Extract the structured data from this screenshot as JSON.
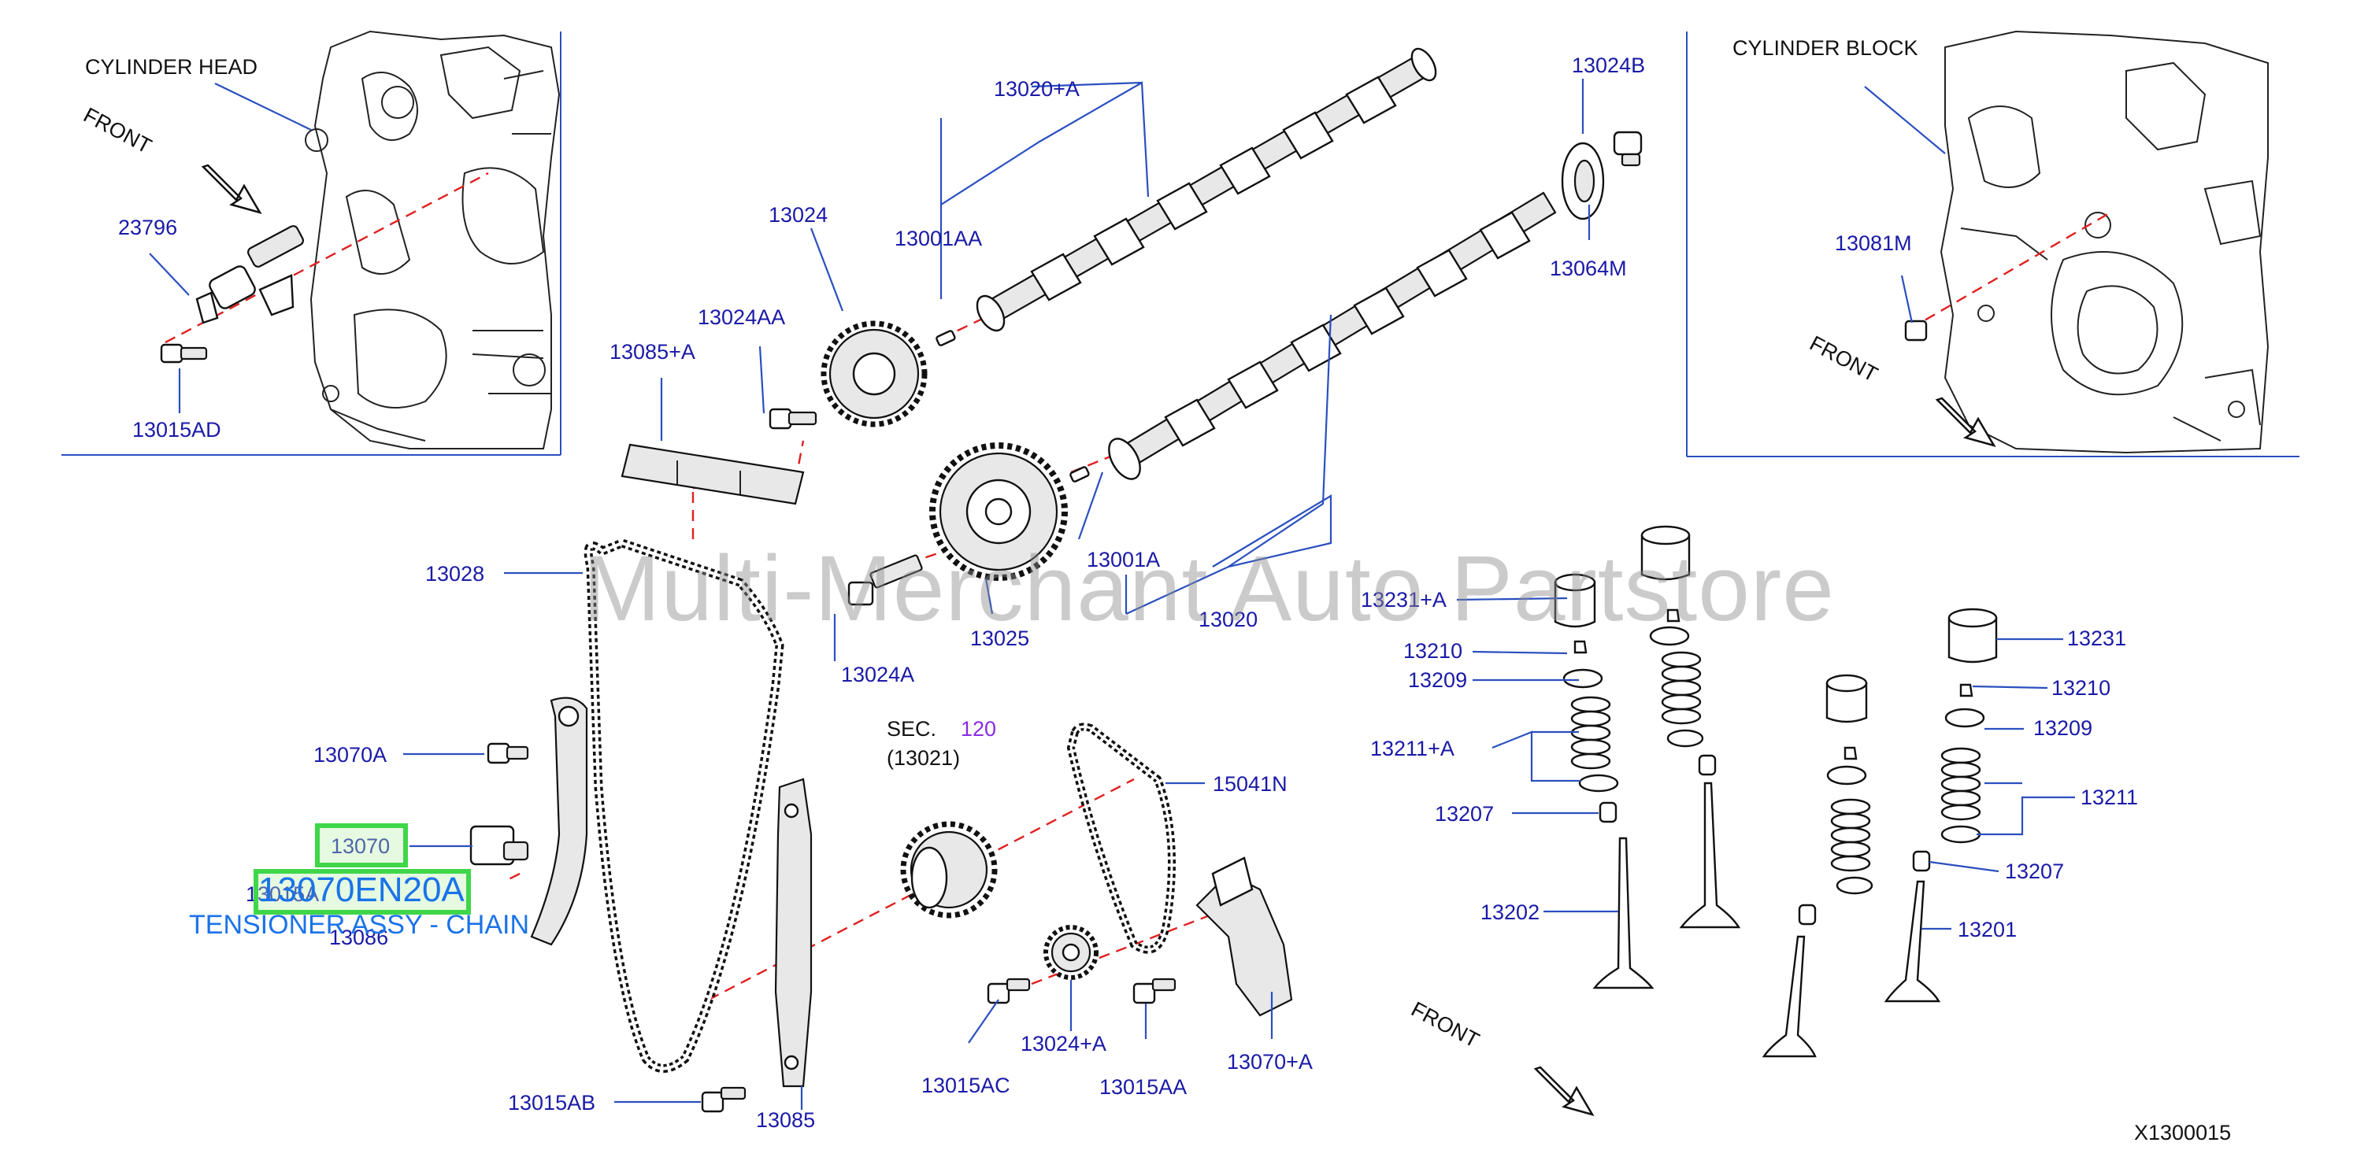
{
  "diagram_id": "X1300015",
  "watermark": "Multi-Merchant Auto Partstore",
  "labels": {
    "cyl_head": "CYLINDER   HEAD",
    "cyl_block": "CYLINDER   BLOCK",
    "front": "FRONT",
    "sec": "SEC.",
    "sec_num": "120",
    "sec_sub": "(13021)"
  },
  "parts": {
    "p23796": "23796",
    "p13015AD": "13015AD",
    "p13020A": "13020+A",
    "p13024": "13024",
    "p13001AA": "13001AA",
    "p13024AA": "13024AA",
    "p13085A": "13085+A",
    "p13024B": "13024B",
    "p13064M": "13064M",
    "p13081M": "13081M",
    "p13028": "13028",
    "p13024A": "13024A",
    "p13025": "13025",
    "p13001A": "13001A",
    "p13020": "13020",
    "p13070A": "13070A",
    "p13070": "13070",
    "p13015A": "13015A",
    "p13086": "13086",
    "p15041N": "15041N",
    "p13015AB": "13015AB",
    "p13085": "13085",
    "p13015AC": "13015AC",
    "p13024A2": "13024+A",
    "p13015AA": "13015AA",
    "p13070A2": "13070+A",
    "p13231A": "13231+A",
    "p13210a": "13210",
    "p13209a": "13209",
    "p13211A": "13211+A",
    "p13207a": "13207",
    "p13202": "13202",
    "p13231": "13231",
    "p13210b": "13210",
    "p13209b": "13209",
    "p13211": "13211",
    "p13207b": "13207",
    "p13201": "13201"
  },
  "selection": {
    "part_number": "13070EN20A",
    "description": "TENSIONER ASSY - CHAIN"
  },
  "colors": {
    "label_blue": "#1a1aa8",
    "leader_blue": "#2a4fbf",
    "centerline_red": "#e02020",
    "highlight_green": "#3fd64a",
    "selection_blue": "#1a73e8"
  }
}
